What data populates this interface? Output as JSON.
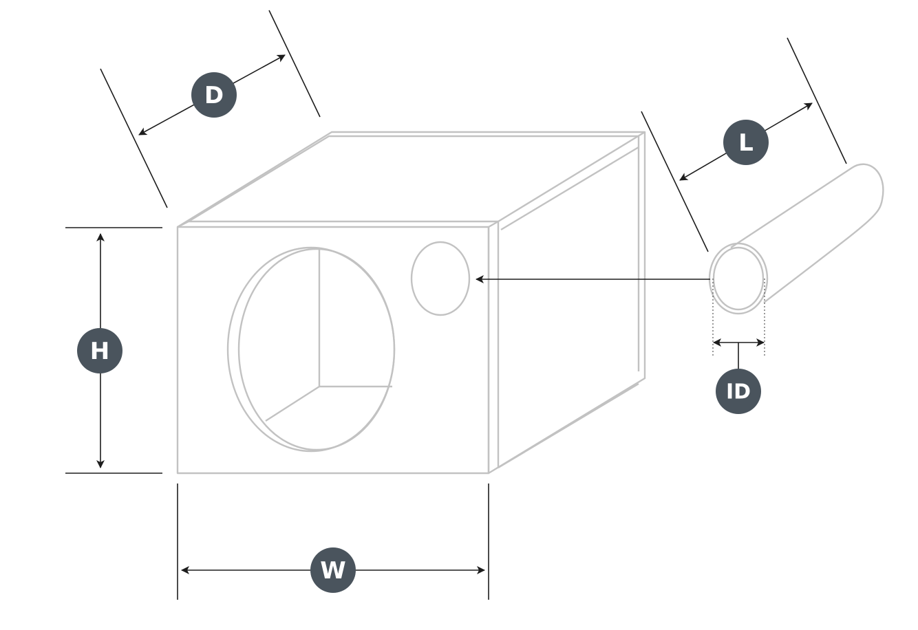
{
  "labels": {
    "depth": "D",
    "height": "H",
    "width": "W",
    "length": "L",
    "inner_diameter": "ID"
  },
  "colors": {
    "badge": "#4a545d",
    "box_outline": "#c2c2c2",
    "dimension_line": "#1d1d1d"
  }
}
